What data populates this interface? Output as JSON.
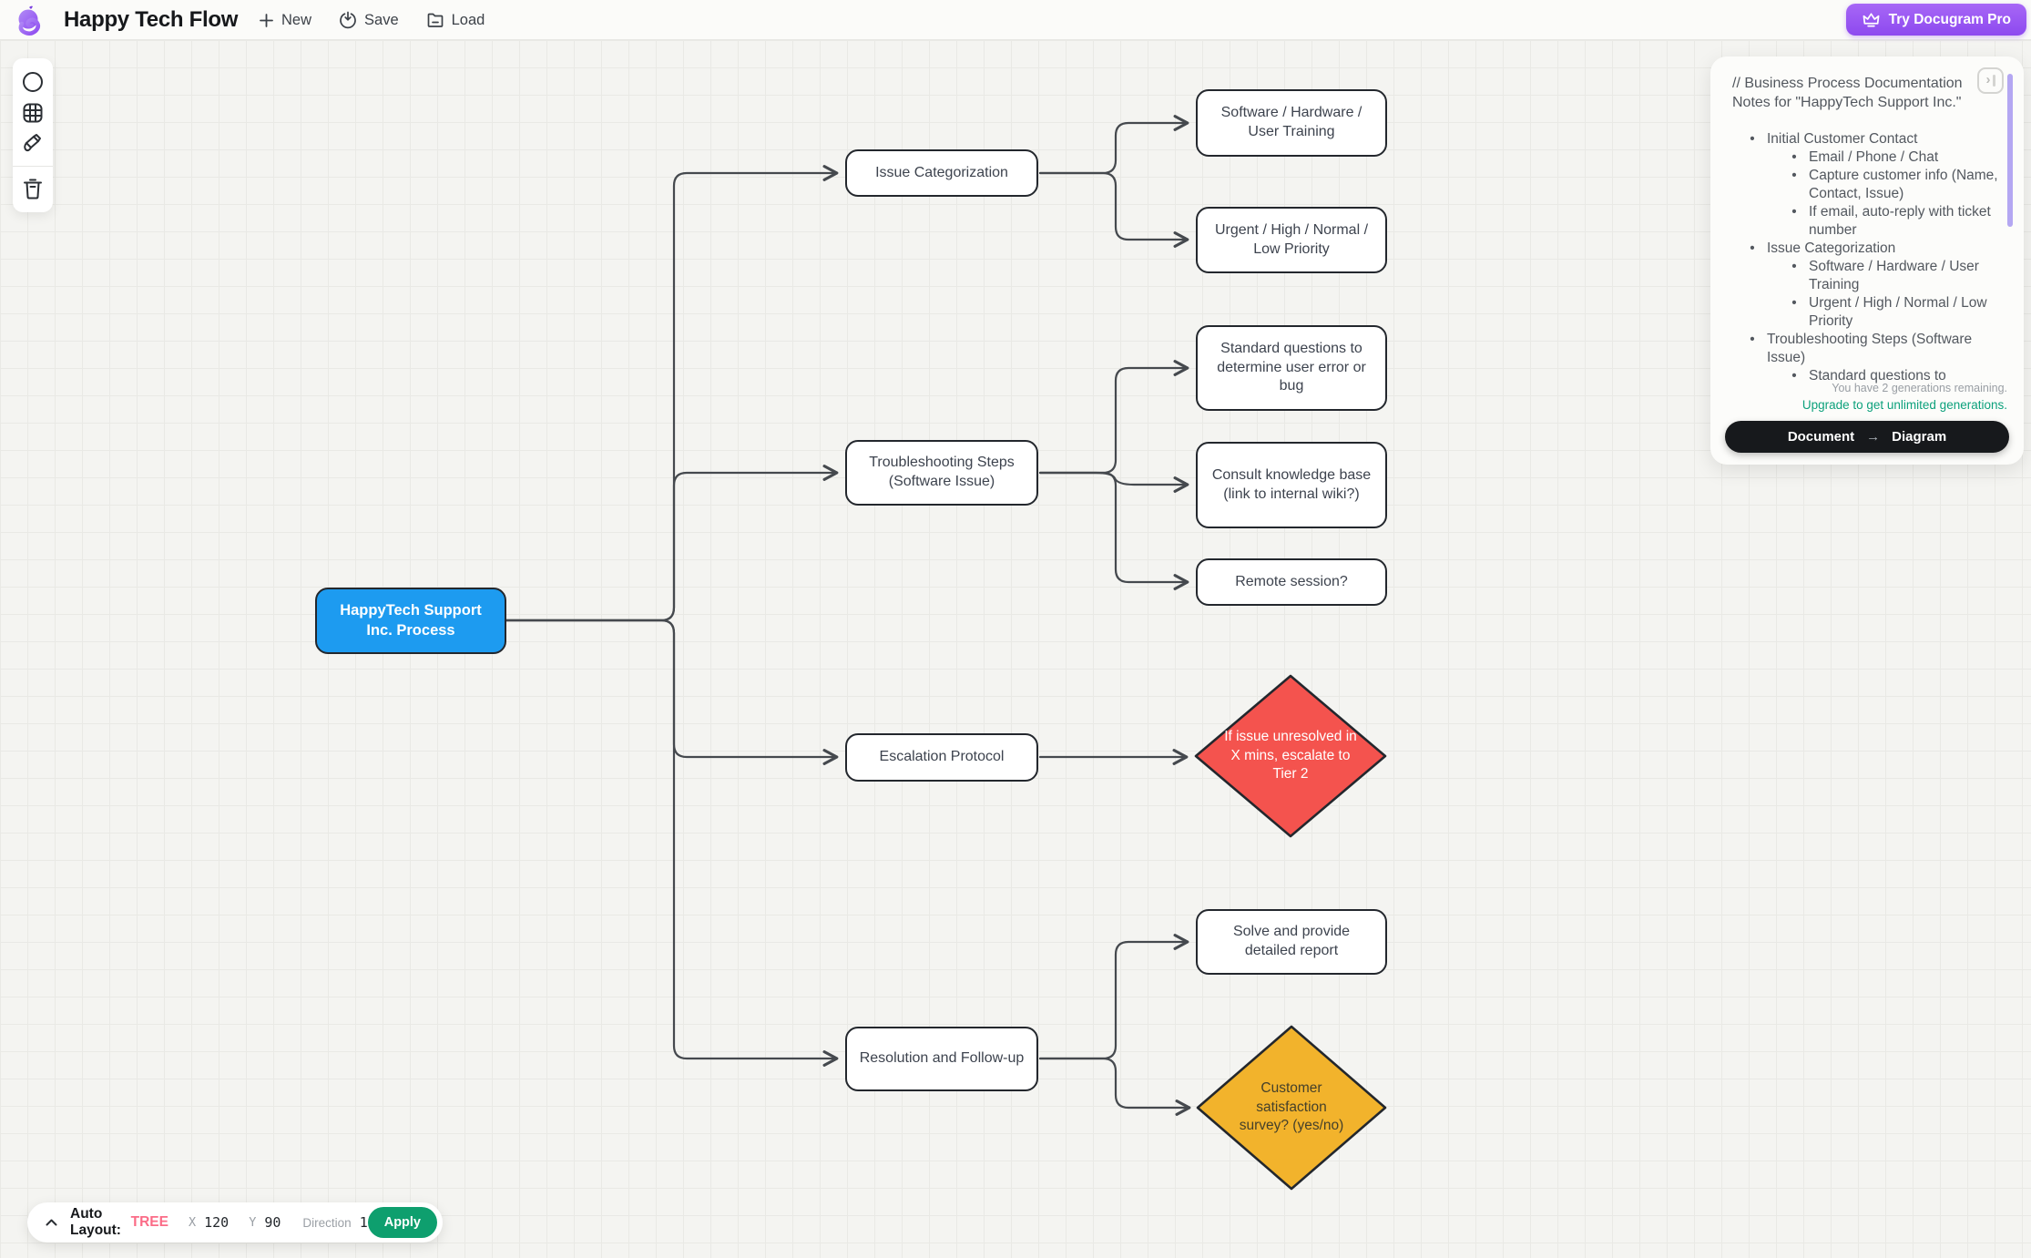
{
  "app": {
    "title": "Happy Tech Flow",
    "menu": [
      {
        "icon": "plus-icon",
        "label": "New"
      },
      {
        "icon": "save-icon",
        "label": "Save"
      },
      {
        "icon": "folder-icon",
        "label": "Load"
      }
    ],
    "pro_button": {
      "icon": "crown-icon",
      "label": "Try Docugram Pro"
    }
  },
  "toolbar": {
    "tools": [
      {
        "icon": "circle-tool-icon"
      },
      {
        "icon": "grid-tool-icon"
      },
      {
        "icon": "brush-tool-icon"
      },
      {
        "icon": "trash-tool-icon"
      }
    ]
  },
  "diagram": {
    "nodes": [
      {
        "id": "root",
        "label": "HappyTech Support Inc. Process",
        "shape": "rounded-rect",
        "fill": "#1d9bf0",
        "text_color": "#ffffff"
      },
      {
        "id": "issue-categorization",
        "label": "Issue Categorization",
        "shape": "rounded-rect",
        "fill": "#ffffff",
        "text_color": "#3d434e"
      },
      {
        "id": "software-hardware-training",
        "label": "Software / Hardware / User Training",
        "shape": "rounded-rect",
        "fill": "#ffffff",
        "text_color": "#3d434e"
      },
      {
        "id": "priority-levels",
        "label": "Urgent / High / Normal / Low Priority",
        "shape": "rounded-rect",
        "fill": "#ffffff",
        "text_color": "#3d434e"
      },
      {
        "id": "troubleshooting-steps",
        "label": "Troubleshooting Steps (Software Issue)",
        "shape": "rounded-rect",
        "fill": "#ffffff",
        "text_color": "#3d434e"
      },
      {
        "id": "standard-questions",
        "label": "Standard questions to determine user error or bug",
        "shape": "rounded-rect",
        "fill": "#ffffff",
        "text_color": "#3d434e"
      },
      {
        "id": "consult-knowledge-base",
        "label": "Consult knowledge base (link to internal wiki?)",
        "shape": "rounded-rect",
        "fill": "#ffffff",
        "text_color": "#3d434e"
      },
      {
        "id": "remote-session",
        "label": "Remote session?",
        "shape": "rounded-rect",
        "fill": "#ffffff",
        "text_color": "#3d434e"
      },
      {
        "id": "escalation-protocol",
        "label": "Escalation Protocol",
        "shape": "rounded-rect",
        "fill": "#ffffff",
        "text_color": "#3d434e"
      },
      {
        "id": "escalate-tier2",
        "label": "If issue unresolved in X mins, escalate to Tier 2",
        "shape": "diamond",
        "fill": "#f4534e",
        "text_color": "#ffffff"
      },
      {
        "id": "resolution-follow-up",
        "label": "Resolution and Follow-up",
        "shape": "rounded-rect",
        "fill": "#ffffff",
        "text_color": "#3d434e"
      },
      {
        "id": "solve-report",
        "label": "Solve and provide detailed report",
        "shape": "rounded-rect",
        "fill": "#ffffff",
        "text_color": "#3d434e"
      },
      {
        "id": "satisfaction-survey",
        "label": "Customer satisfaction survey? (yes/no)",
        "shape": "diamond",
        "fill": "#f2b32c",
        "text_color": "#45402a"
      }
    ],
    "edges": [
      {
        "from": "root",
        "to": "issue-categorization"
      },
      {
        "from": "root",
        "to": "troubleshooting-steps"
      },
      {
        "from": "root",
        "to": "escalation-protocol"
      },
      {
        "from": "root",
        "to": "resolution-follow-up"
      },
      {
        "from": "issue-categorization",
        "to": "software-hardware-training"
      },
      {
        "from": "issue-categorization",
        "to": "priority-levels"
      },
      {
        "from": "troubleshooting-steps",
        "to": "standard-questions"
      },
      {
        "from": "troubleshooting-steps",
        "to": "consult-knowledge-base"
      },
      {
        "from": "troubleshooting-steps",
        "to": "remote-session"
      },
      {
        "from": "escalation-protocol",
        "to": "escalate-tier2"
      },
      {
        "from": "resolution-follow-up",
        "to": "solve-report"
      },
      {
        "from": "resolution-follow-up",
        "to": "satisfaction-survey"
      }
    ]
  },
  "panel": {
    "title": "// Business Process Documentation Notes for \"HappyTech Support Inc.\"",
    "bullets": [
      {
        "level": 1,
        "text": "Initial Customer Contact"
      },
      {
        "level": 2,
        "text": "Email / Phone / Chat"
      },
      {
        "level": 2,
        "text": "Capture customer info (Name, Contact, Issue)"
      },
      {
        "level": 2,
        "text": "If email, auto-reply with ticket number"
      },
      {
        "level": 1,
        "text": "Issue Categorization"
      },
      {
        "level": 2,
        "text": "Software / Hardware / User Training"
      },
      {
        "level": 2,
        "text": "Urgent / High / Normal / Low Priority"
      },
      {
        "level": 1,
        "text": "Troubleshooting Steps (Software Issue)"
      },
      {
        "level": 2,
        "text": "Standard questions to determine"
      }
    ],
    "generations_note": "You have 2 generations remaining.",
    "upgrade_link": "Upgrade to get unlimited generations.",
    "convert_from": "Document",
    "convert_arrow": "→",
    "convert_to": "Diagram"
  },
  "bottom_bar": {
    "label": "Auto Layout:",
    "mode": "TREE",
    "x_label": "X",
    "x_value": "120",
    "y_label": "Y",
    "y_value": "90",
    "direction_label": "Direction",
    "direction_value": "1",
    "apply_label": "Apply"
  },
  "colors": {
    "node_blue": "#1d9bf0",
    "node_red": "#f4534e",
    "node_yellow": "#f2b32c",
    "accent_purple": "#8d49ef",
    "apply_green": "#0e9f6e",
    "tree_pink": "#fb6c87",
    "upgrade_teal": "#0da17c",
    "edge_gray": "#45494e",
    "scrollbar_purple": "#b4a7f2"
  }
}
